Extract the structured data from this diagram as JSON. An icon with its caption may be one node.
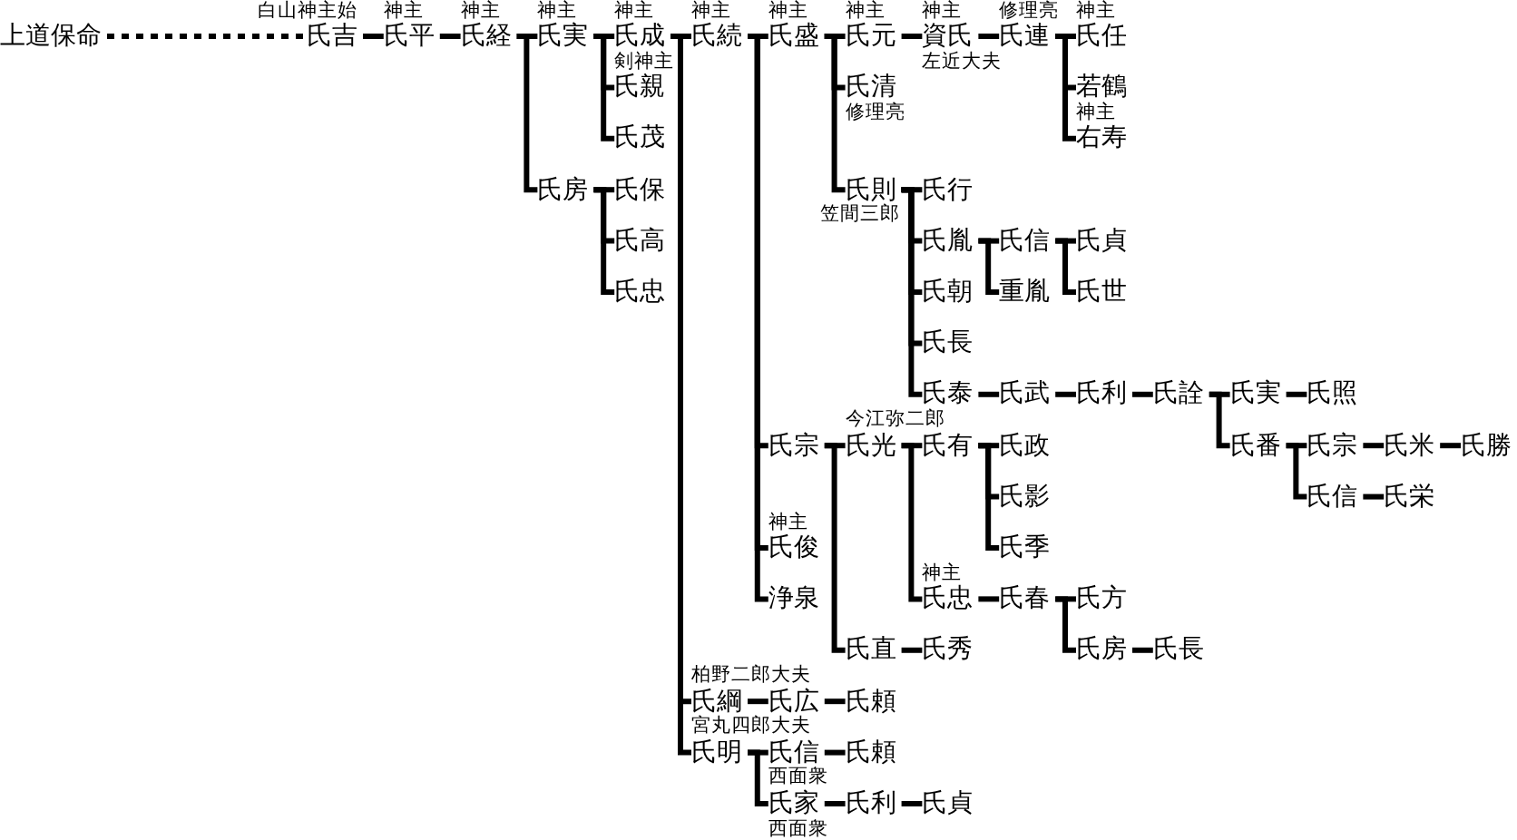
{
  "diagram": {
    "nodes": [
      {
        "text": [
          "上道保命"
        ]
      },
      {
        "text": [
          "氏吉"
        ],
        "beside": [
          "白山神主始"
        ]
      },
      {
        "text": [
          "氏平"
        ],
        "beside": [
          "神主"
        ]
      },
      {
        "text": [
          "氏経"
        ],
        "beside": [
          "神主"
        ]
      },
      {
        "text": [
          "氏実"
        ],
        "beside": [
          "神主"
        ]
      },
      {
        "text": [
          "氏成"
        ],
        "beside": [
          "神主"
        ]
      },
      {
        "text": [
          "氏親"
        ],
        "beside": [
          "剣神主"
        ]
      },
      {
        "text": [
          "氏茂"
        ]
      },
      {
        "text": [
          "氏房"
        ]
      },
      {
        "text": [
          "氏保"
        ]
      },
      {
        "text": [
          "氏高"
        ]
      },
      {
        "text": [
          "氏忠"
        ]
      },
      {
        "text": [
          "氏続"
        ],
        "beside": [
          "神主"
        ]
      },
      {
        "text": [
          "氏盛"
        ],
        "beside": [
          "神主"
        ]
      },
      {
        "text": [
          "氏元"
        ],
        "beside": [
          "神主"
        ]
      },
      {
        "text": [
          "資氏"
        ],
        "beside": [
          "神主",
          "左近大夫"
        ]
      },
      {
        "text": [
          "氏連"
        ],
        "beside": [
          "修理亮"
        ]
      },
      {
        "text": [
          "氏任"
        ],
        "beside": [
          "神主"
        ]
      },
      {
        "text": [
          "若鶴"
        ]
      },
      {
        "text": [
          "右寿"
        ],
        "beside": [
          "神主"
        ]
      },
      {
        "text": [
          "氏清"
        ],
        "beside": [
          "修理亮"
        ]
      },
      {
        "text": [
          "氏則"
        ],
        "beside": [
          "笠間三郎"
        ]
      },
      {
        "text": [
          "氏行"
        ]
      },
      {
        "text": [
          "氏胤"
        ]
      },
      {
        "text": [
          "氏信"
        ]
      },
      {
        "text": [
          "氏貞"
        ]
      },
      {
        "text": [
          "重胤"
        ]
      },
      {
        "text": [
          "氏世"
        ]
      },
      {
        "text": [
          "氏朝"
        ]
      },
      {
        "text": [
          "氏長"
        ]
      },
      {
        "text": [
          "氏泰"
        ]
      },
      {
        "text": [
          "氏武"
        ]
      },
      {
        "text": [
          "氏利"
        ]
      },
      {
        "text": [
          "氏詮"
        ]
      },
      {
        "text": [
          "氏実"
        ]
      },
      {
        "text": [
          "氏照"
        ]
      },
      {
        "text": [
          "氏番"
        ]
      },
      {
        "text": [
          "氏宗"
        ]
      },
      {
        "text": [
          "氏米"
        ]
      },
      {
        "text": [
          "氏勝"
        ]
      },
      {
        "text": [
          "氏信"
        ]
      },
      {
        "text": [
          "氏栄"
        ]
      },
      {
        "text": [
          "氏宗"
        ]
      },
      {
        "text": [
          "氏光"
        ],
        "beside": [
          "今江弥二郎"
        ]
      },
      {
        "text": [
          "氏有"
        ]
      },
      {
        "text": [
          "氏政"
        ]
      },
      {
        "text": [
          "氏影"
        ]
      },
      {
        "text": [
          "氏季"
        ]
      },
      {
        "text": [
          "氏忠"
        ],
        "beside": [
          "神主"
        ]
      },
      {
        "text": [
          "氏春"
        ]
      },
      {
        "text": [
          "氏方"
        ]
      },
      {
        "text": [
          "氏房"
        ]
      },
      {
        "text": [
          "氏長"
        ]
      },
      {
        "text": [
          "氏直"
        ]
      },
      {
        "text": [
          "氏秀"
        ]
      },
      {
        "text": [
          "氏俊"
        ],
        "beside": [
          "神主"
        ]
      },
      {
        "text": [
          "浄泉"
        ]
      },
      {
        "text": [
          "氏綱"
        ],
        "beside": [
          "柏野二郎大夫"
        ]
      },
      {
        "text": [
          "氏広"
        ]
      },
      {
        "text": [
          "氏頼"
        ]
      },
      {
        "text": [
          "氏明"
        ],
        "beside": [
          "宮丸四郎大夫"
        ]
      },
      {
        "text": [
          "氏信"
        ],
        "beside": [
          "西面衆"
        ]
      },
      {
        "text": [
          "氏頼"
        ]
      },
      {
        "text": [
          "氏家"
        ],
        "beside": [
          "西面衆"
        ]
      },
      {
        "text": [
          "氏利"
        ]
      },
      {
        "text": [
          "氏貞"
        ]
      }
    ],
    "edges": [
      {
        "from": 0,
        "to": 1,
        "arrow": "none",
        "style": "dashed"
      },
      {
        "from": 1,
        "to": 2,
        "arrow": "none"
      },
      {
        "from": 2,
        "to": 3,
        "arrow": "none"
      },
      {
        "from": 3,
        "to": 4,
        "arrow": "none"
      },
      {
        "from": 3,
        "to": 8,
        "arrow": "none"
      },
      {
        "from": 4,
        "to": 5,
        "arrow": "none"
      },
      {
        "from": 4,
        "to": 6,
        "arrow": "none"
      },
      {
        "from": 4,
        "to": 7,
        "arrow": "none"
      },
      {
        "from": 8,
        "to": 9,
        "arrow": "none"
      },
      {
        "from": 8,
        "to": 10,
        "arrow": "none"
      },
      {
        "from": 8,
        "to": 11,
        "arrow": "none"
      },
      {
        "from": 5,
        "to": 12,
        "arrow": "none"
      },
      {
        "from": 5,
        "to": 57,
        "arrow": "none"
      },
      {
        "from": 5,
        "to": 60,
        "arrow": "none"
      },
      {
        "from": 12,
        "to": 13,
        "arrow": "none"
      },
      {
        "from": 12,
        "to": 42,
        "arrow": "none"
      },
      {
        "from": 12,
        "to": 55,
        "arrow": "none"
      },
      {
        "from": 12,
        "to": 56,
        "arrow": "none"
      },
      {
        "from": 13,
        "to": 14,
        "arrow": "none"
      },
      {
        "from": 13,
        "to": 20,
        "arrow": "none"
      },
      {
        "from": 13,
        "to": 21,
        "arrow": "none"
      },
      {
        "from": 14,
        "to": 15,
        "arrow": "none"
      },
      {
        "from": 15,
        "to": 16,
        "arrow": "none"
      },
      {
        "from": 16,
        "to": 17,
        "arrow": "none"
      },
      {
        "from": 16,
        "to": 18,
        "arrow": "none"
      },
      {
        "from": 16,
        "to": 19,
        "arrow": "none"
      },
      {
        "from": 21,
        "to": 22,
        "arrow": "none"
      },
      {
        "from": 21,
        "to": 23,
        "arrow": "none"
      },
      {
        "from": 21,
        "to": 28,
        "arrow": "none"
      },
      {
        "from": 21,
        "to": 29,
        "arrow": "none"
      },
      {
        "from": 21,
        "to": 30,
        "arrow": "none"
      },
      {
        "from": 23,
        "to": 24,
        "arrow": "none"
      },
      {
        "from": 23,
        "to": 26,
        "arrow": "none"
      },
      {
        "from": 24,
        "to": 25,
        "arrow": "none"
      },
      {
        "from": 24,
        "to": 27,
        "arrow": "none"
      },
      {
        "from": 30,
        "to": 31,
        "arrow": "none"
      },
      {
        "from": 31,
        "to": 32,
        "arrow": "none"
      },
      {
        "from": 32,
        "to": 33,
        "arrow": "none"
      },
      {
        "from": 33,
        "to": 34,
        "arrow": "none"
      },
      {
        "from": 33,
        "to": 36,
        "arrow": "none"
      },
      {
        "from": 34,
        "to": 35,
        "arrow": "none"
      },
      {
        "from": 36,
        "to": 37,
        "arrow": "none"
      },
      {
        "from": 36,
        "to": 40,
        "arrow": "none"
      },
      {
        "from": 37,
        "to": 38,
        "arrow": "none"
      },
      {
        "from": 38,
        "to": 39,
        "arrow": "none"
      },
      {
        "from": 40,
        "to": 41,
        "arrow": "none"
      },
      {
        "from": 42,
        "to": 43,
        "arrow": "none"
      },
      {
        "from": 42,
        "to": 53,
        "arrow": "none"
      },
      {
        "from": 43,
        "to": 44,
        "arrow": "none"
      },
      {
        "from": 43,
        "to": 48,
        "arrow": "none"
      },
      {
        "from": 44,
        "to": 45,
        "arrow": "none"
      },
      {
        "from": 44,
        "to": 46,
        "arrow": "none"
      },
      {
        "from": 44,
        "to": 47,
        "arrow": "none"
      },
      {
        "from": 48,
        "to": 49,
        "arrow": "none"
      },
      {
        "from": 49,
        "to": 50,
        "arrow": "none"
      },
      {
        "from": 49,
        "to": 51,
        "arrow": "none"
      },
      {
        "from": 51,
        "to": 52,
        "arrow": "none"
      },
      {
        "from": 53,
        "to": 54,
        "arrow": "none"
      },
      {
        "from": 57,
        "to": 58,
        "arrow": "none"
      },
      {
        "from": 58,
        "to": 59,
        "arrow": "none"
      },
      {
        "from": 60,
        "to": 61,
        "arrow": "none"
      },
      {
        "from": 60,
        "to": 63,
        "arrow": "none"
      },
      {
        "from": 61,
        "to": 62,
        "arrow": "none"
      },
      {
        "from": 63,
        "to": 64,
        "arrow": "none"
      },
      {
        "from": 64,
        "to": 65,
        "arrow": "none"
      }
    ]
  }
}
